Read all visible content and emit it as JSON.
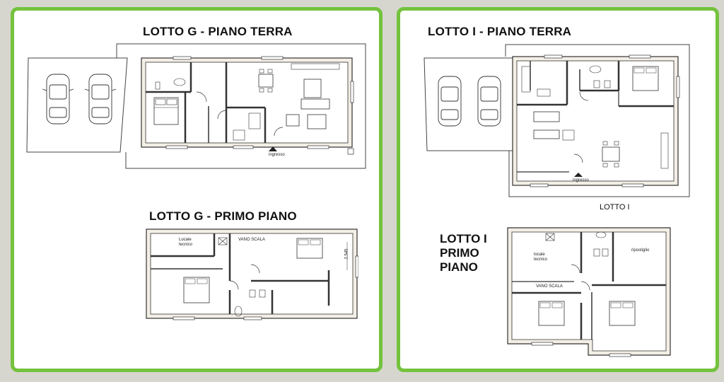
{
  "left": {
    "ground": {
      "title": "LOTTO G - PIANO TERRA",
      "entrance_label": "ingresso"
    },
    "first": {
      "title": "LOTTO G - PRIMO PIANO",
      "locale_label": "Locale tecnico",
      "stair_label": "VANO SCALA",
      "dimension_label": "2.545"
    }
  },
  "right": {
    "ground": {
      "title": "LOTTO I - PIANO TERRA",
      "entrance_label": "ingresso",
      "caption": "LOTTO I"
    },
    "first": {
      "title_line1": "LOTTO I",
      "title_line2": "PRIMO",
      "title_line3": "PIANO",
      "locale_label": "locale tecnico",
      "stair_label": "VANO SCALA",
      "storage_label": "ripostiglio"
    }
  },
  "colors": {
    "border": "#74c23d",
    "background": "#d6d6cf",
    "wall_fill": "#f4efe6"
  }
}
